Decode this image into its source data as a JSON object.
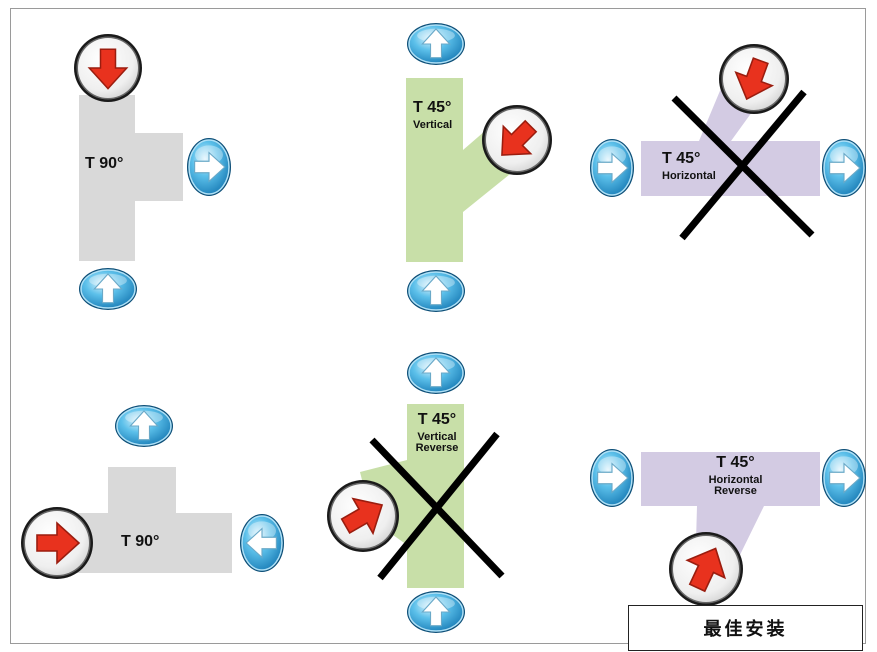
{
  "panels": [
    {
      "id": "t90-top",
      "title": "T 90°",
      "subtitle": "",
      "crossed": false
    },
    {
      "id": "t45-vertical",
      "title": "T 45°",
      "subtitle": "Vertical",
      "crossed": false
    },
    {
      "id": "t45-horizontal",
      "title": "T 45°",
      "subtitle": "Horizontal",
      "crossed": true
    },
    {
      "id": "t90-bottom",
      "title": "T 90°",
      "subtitle": "",
      "crossed": false
    },
    {
      "id": "t45-vertical-reverse",
      "title": "T 45°",
      "subtitle": "Vertical",
      "subtitle2": "Reverse",
      "crossed": true
    },
    {
      "id": "t45-horizontal-reverse",
      "title": "T 45°",
      "subtitle": "Horizontal",
      "subtitle2": "Reverse",
      "crossed": false
    }
  ],
  "best_install_label": "最佳安装",
  "colors": {
    "gray_fitting": "#d9d9d9",
    "green_fitting": "#c8dfa8",
    "purple_fitting": "#d3cbe3",
    "blue_flow_arrow": "#2f9fd6",
    "red_flow_arrow": "#e8321e",
    "cross": "#000000"
  },
  "icons": {
    "outlet": "blue-flow-arrow-icon",
    "inlet": "red-flow-arrow-icon",
    "not_recommended": "cross-mark-icon"
  }
}
